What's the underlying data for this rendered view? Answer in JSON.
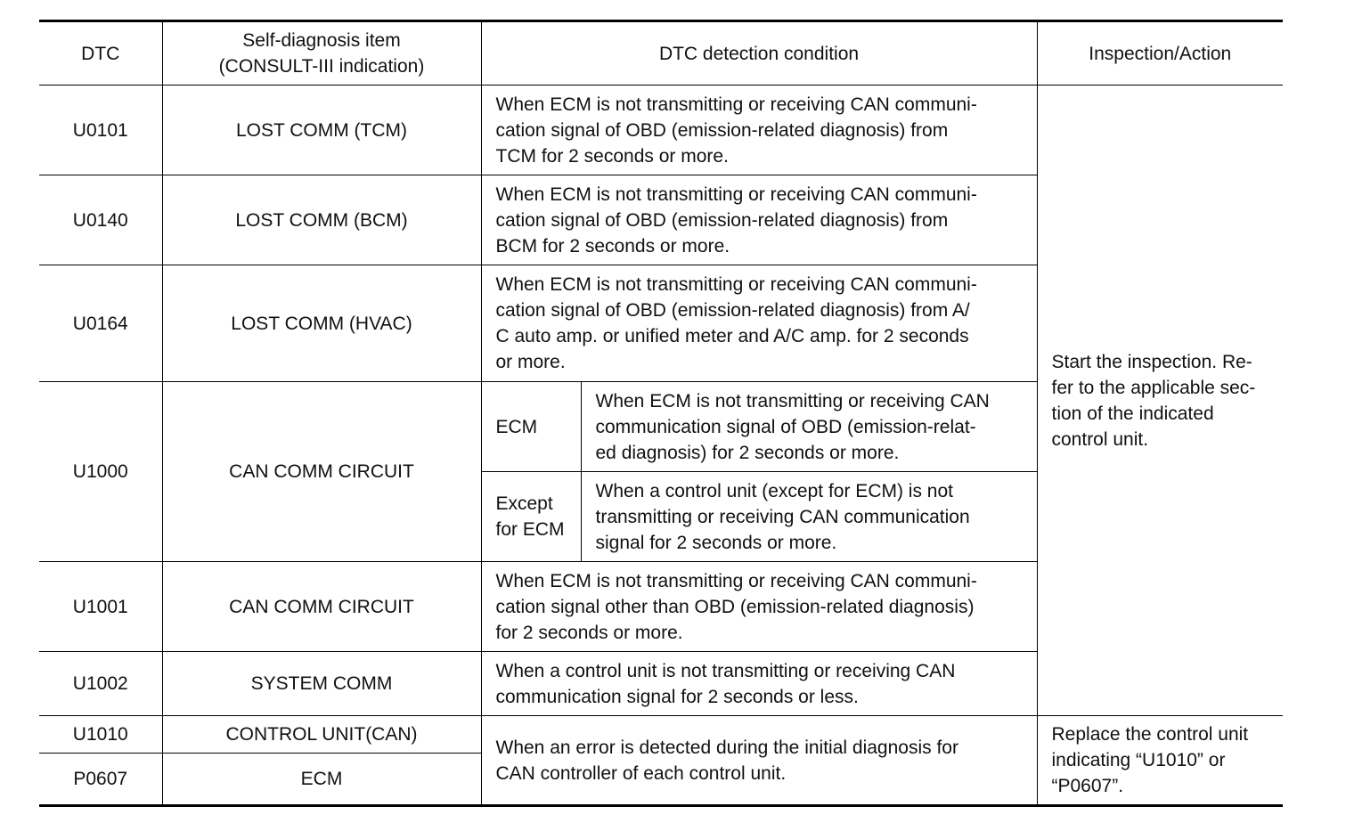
{
  "table": {
    "headers": {
      "dtc": "DTC",
      "item_line1": "Self-diagnosis item",
      "item_line2": "(CONSULT-III indication)",
      "condition": "DTC detection condition",
      "action": "Inspection/Action"
    },
    "rows": [
      {
        "dtc": "U0101",
        "item": "LOST COMM (TCM)",
        "condition": [
          "When ECM is not transmitting or receiving CAN communi-",
          "cation signal of OBD (emission-related diagnosis) from",
          "TCM for 2 seconds or more."
        ]
      },
      {
        "dtc": "U0140",
        "item": "LOST COMM (BCM)",
        "condition": [
          "When ECM is not transmitting or receiving CAN communi-",
          "cation signal of OBD (emission-related diagnosis) from",
          "BCM for 2 seconds or more."
        ]
      },
      {
        "dtc": "U0164",
        "item": "LOST COMM (HVAC)",
        "condition": [
          "When ECM is not transmitting or receiving CAN communi-",
          "cation signal of OBD (emission-related diagnosis) from A/",
          "C auto amp. or unified meter and A/C amp. for 2 seconds",
          "or more."
        ]
      },
      {
        "dtc": "U1000",
        "item": "CAN COMM CIRCUIT",
        "sub": [
          {
            "unit": [
              "ECM"
            ],
            "condition": [
              "When ECM is not transmitting or receiving CAN",
              "communication signal of OBD (emission-relat-",
              "ed diagnosis) for 2 seconds or more."
            ]
          },
          {
            "unit": [
              "Except",
              "for ECM"
            ],
            "condition": [
              "When a control unit (except for ECM) is not",
              "transmitting or receiving CAN communication",
              "signal for 2 seconds or more."
            ]
          }
        ]
      },
      {
        "dtc": "U1001",
        "item": "CAN COMM CIRCUIT",
        "condition": [
          "When ECM is not transmitting or receiving CAN communi-",
          "cation signal other than OBD (emission-related diagnosis)",
          "for 2 seconds or more."
        ]
      },
      {
        "dtc": "U1002",
        "item": "SYSTEM COMM",
        "condition": [
          "When a control unit is not transmitting or receiving CAN",
          "communication signal for 2 seconds or less."
        ]
      },
      {
        "dtc": "U1010",
        "item": "CONTROL UNIT(CAN)",
        "condition": [
          "When an error is detected during the initial diagnosis for",
          "CAN controller of each control unit."
        ]
      },
      {
        "dtc": "P0607",
        "item": "ECM"
      }
    ],
    "action_1": [
      "Start the inspection. Re-",
      "fer to the applicable sec-",
      "tion of the indicated",
      "control unit."
    ],
    "action_2": [
      "Replace the control unit",
      "indicating “U1010” or",
      "“P0607”."
    ]
  }
}
